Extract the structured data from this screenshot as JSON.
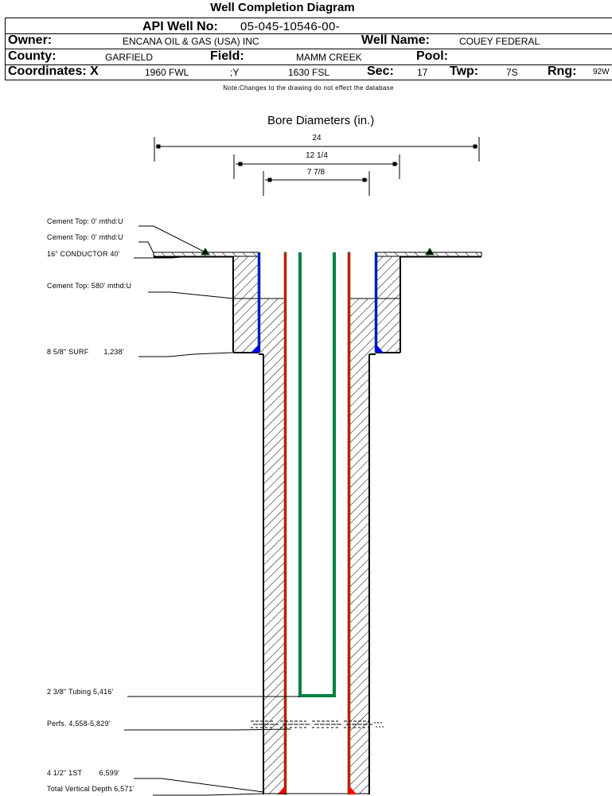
{
  "header": {
    "title": "Well Completion Diagram",
    "api_label": "API Well No:",
    "api_value": "05-045-10546-00-",
    "owner_label": "Owner:",
    "owner_value": "ENCANA OIL & GAS (USA) INC",
    "well_name_label": "Well Name:",
    "well_name_value": "COUEY FEDERAL",
    "county_label": "County:",
    "county_value": "GARFIELD",
    "field_label": "Field:",
    "field_value": "MAMM CREEK",
    "pool_label": "Pool:",
    "pool_value": "",
    "coord_x_label": "Coordinates: X",
    "coord_x_value": "1960 FWL",
    "coord_y_label": ";Y",
    "coord_y_value": "1630 FSL",
    "sec_label": "Sec:",
    "sec_value": "17",
    "twp_label": "Twp:",
    "twp_value": "7S",
    "rng_label": "Rng:",
    "rng_value": "92W"
  },
  "note": "Note:Changes to the drawing do not effect the database",
  "bore": {
    "title": "Bore Diameters (in.)",
    "diameters": [
      "24",
      "12 1/4",
      "7 7/8"
    ]
  },
  "annotations": {
    "cement_top_1": "Cement Top: 0' mthd:U",
    "cement_top_2": "Cement Top: 0' mthd:U",
    "conductor": "16\" CONDUCTOR  40'",
    "cement_top_3": "Cement Top: 580' mthd:U",
    "surface": "8 5/8\" SURF       1,238'",
    "tubing": "2 3/8\" Tubing 5,416'",
    "perfs": "Perfs. 4,558-5,829'",
    "production": "4 1/2\" 1ST        6,599'",
    "tvd": "Total Vertical Depth 6,571'"
  },
  "colors": {
    "conductor_casing": "#0000ff",
    "casing_outline": "#008000",
    "production_casing": "#ff0000",
    "tubing": "#008040",
    "shoe_surface": "#0000ff",
    "shoe_production": "#ff0000",
    "cement_marker": "#006000"
  }
}
